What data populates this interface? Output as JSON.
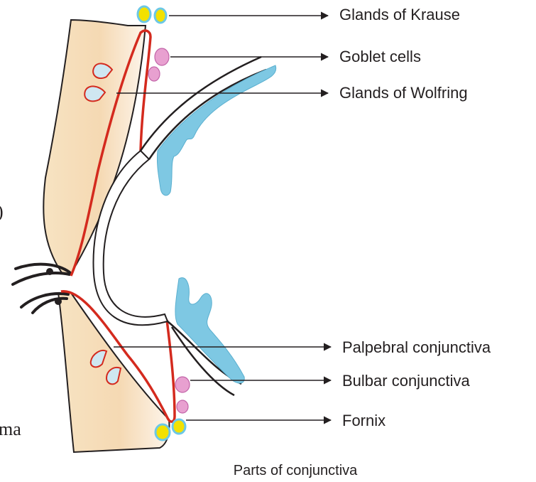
{
  "diagram": {
    "labels": {
      "glands_of_krause": "Glands of Krause",
      "goblet_cells_top": "Goblet cells",
      "glands_of_wolfring": "Glands of Wolfring",
      "palpebral_conjunctiva": "Palpebral conjunctiva",
      "bulbar_conjunctiva": "Bulbar conjunctiva",
      "fornix": "Fornix"
    },
    "cropped_text": {
      "left_paren": ")",
      "left_ma": "ma"
    },
    "caption": "Parts of conjunctiva",
    "colors": {
      "eyelid_skin": "#f5deb8",
      "conjunctiva_line": "#d42a1e",
      "tear_film": "#7ec8e3",
      "goblet_cells": "#e8a0d0",
      "krause_glands": "#f2e100",
      "krause_outline": "#6cc8e6",
      "wolfring_fill": "#cfe7f1",
      "outline": "#231f20"
    }
  }
}
